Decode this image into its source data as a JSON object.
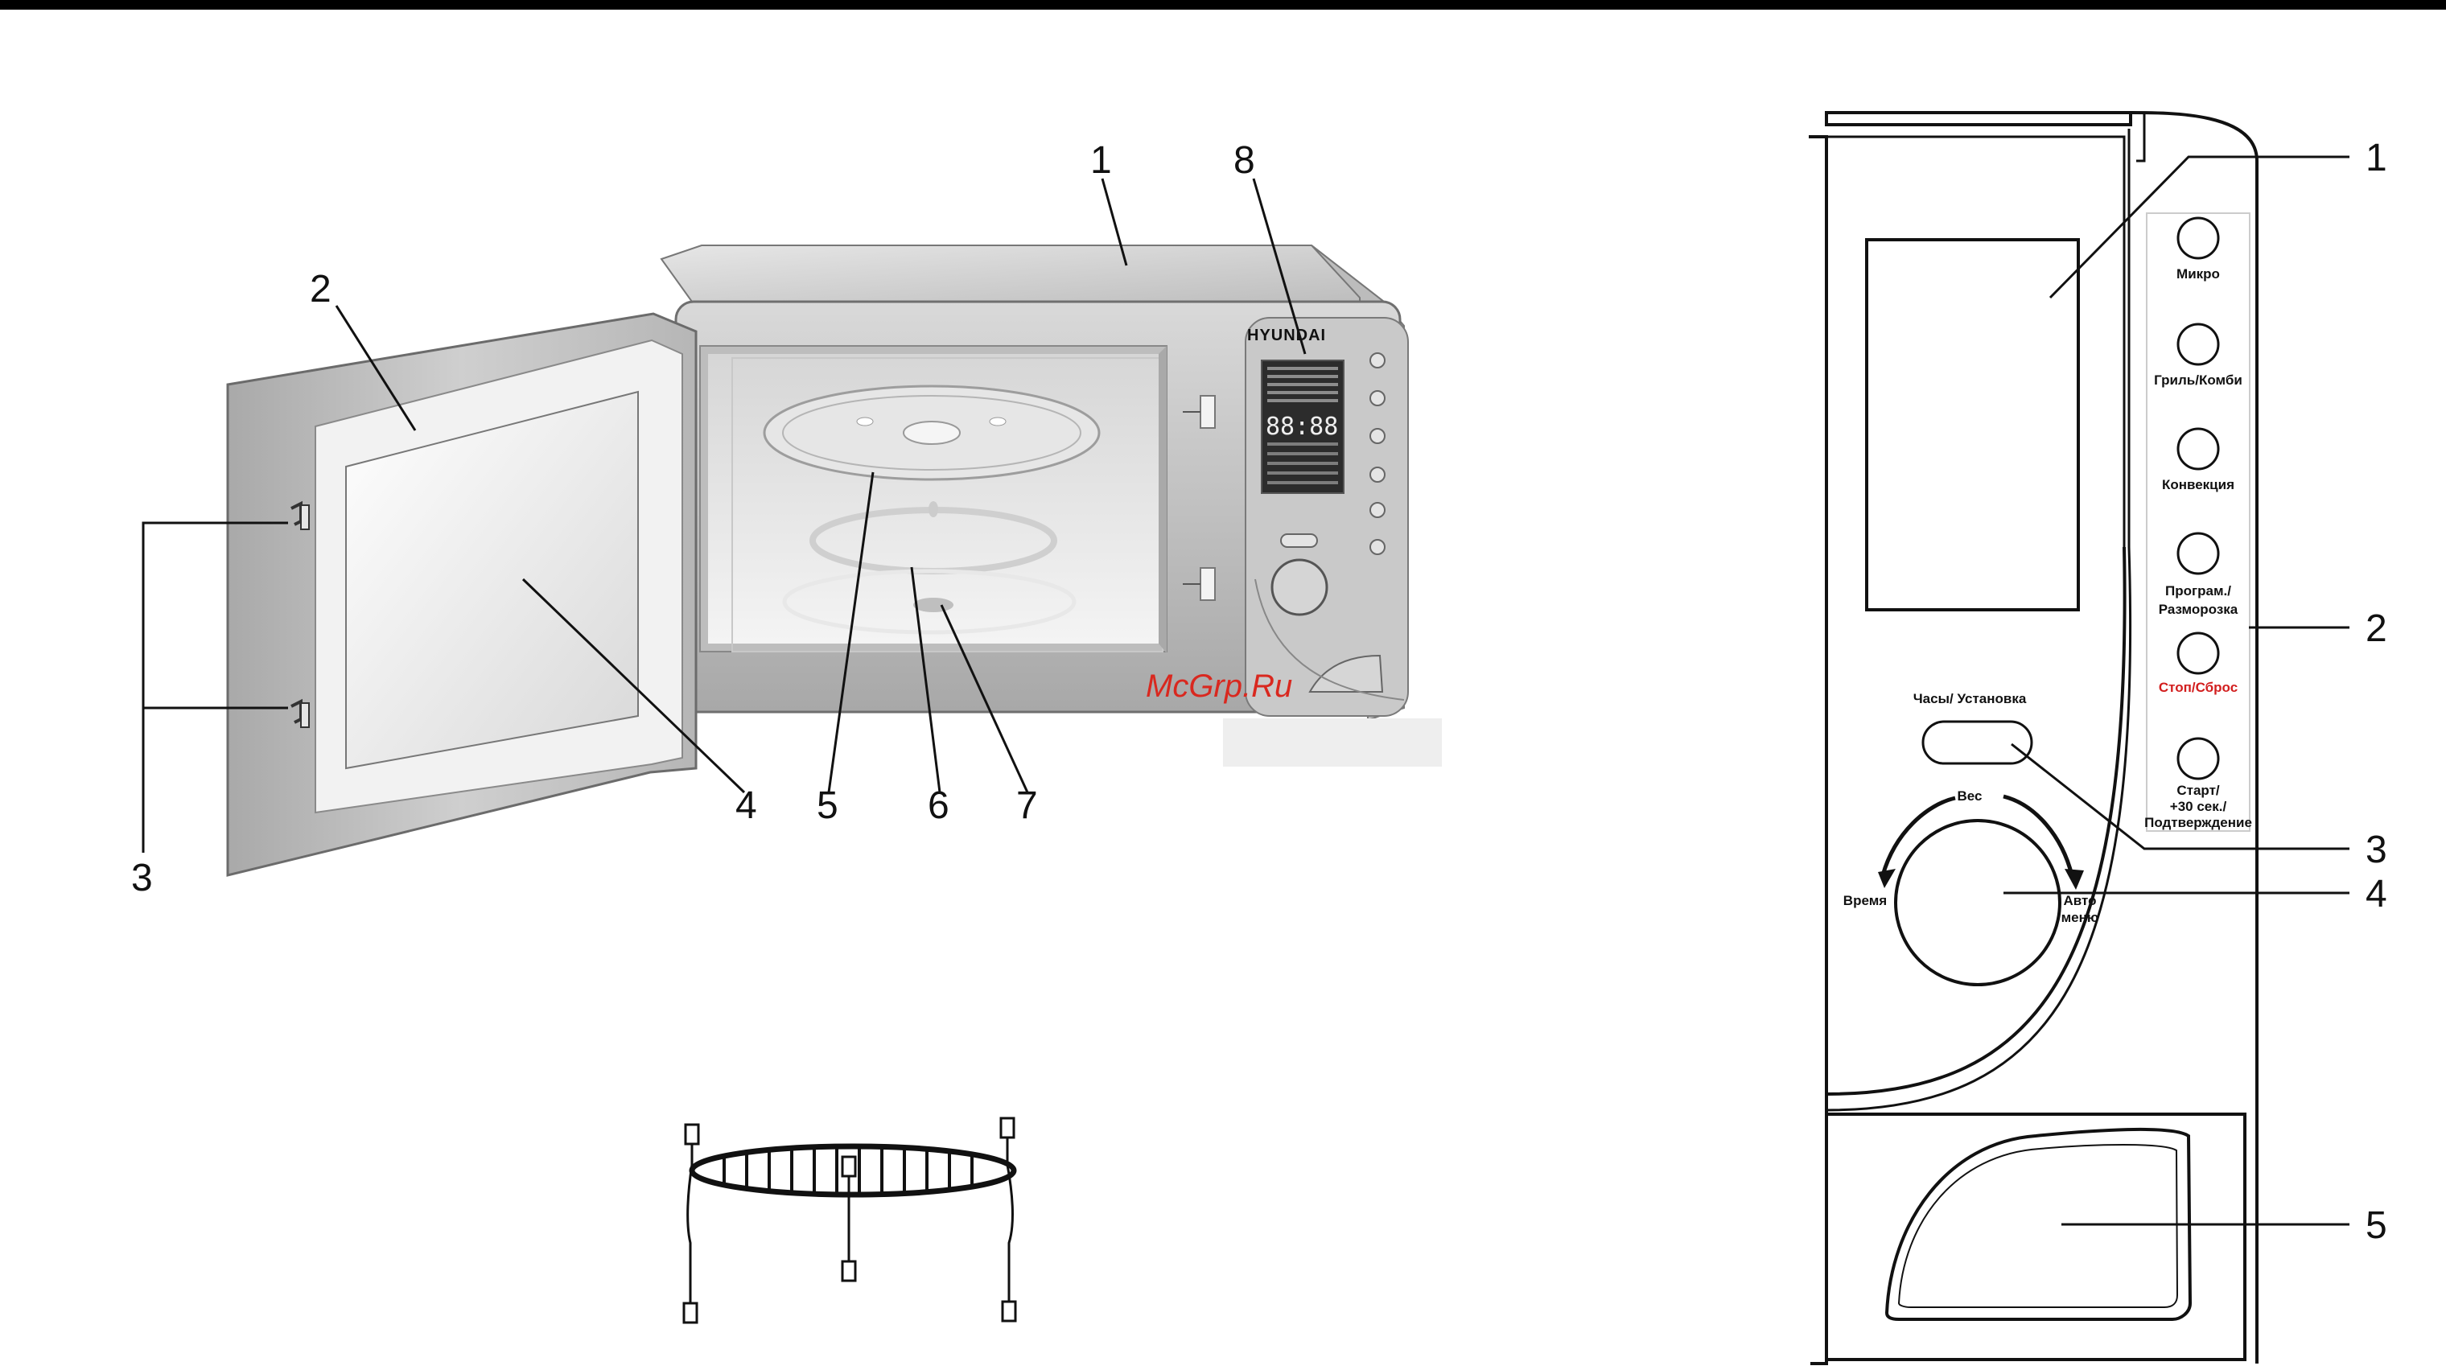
{
  "watermark": "McGrp.Ru",
  "brand": "HYUNDAI",
  "display_digits": "88:88",
  "left_callouts": [
    "1",
    "2",
    "3",
    "4",
    "5",
    "6",
    "7",
    "8"
  ],
  "right_callouts": [
    "1",
    "2",
    "3",
    "4",
    "5"
  ],
  "panel": {
    "buttons": [
      "Микро",
      "Гриль/Комби",
      "Конвекция",
      "Програм./",
      "Разморозка",
      "Стоп/Сброс",
      "Старт/",
      "+30 сек./",
      "Подтверждение"
    ],
    "clock_label": "Часы/ Установка",
    "dial_top": "Вес",
    "dial_left": "Время",
    "dial_right": [
      "Авто",
      "меню"
    ]
  },
  "colors": {
    "stop_label": "#d21e1e",
    "watermark": "#d9281f"
  }
}
